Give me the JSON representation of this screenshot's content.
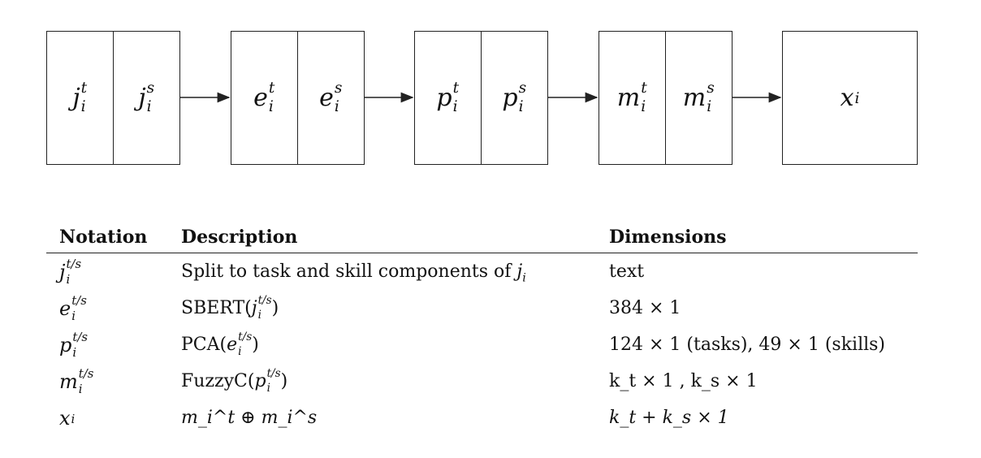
{
  "pipeline": [
    {
      "left": {
        "base": "j",
        "sup": "t",
        "sub": "i"
      },
      "right": {
        "base": "j",
        "sup": "s",
        "sub": "i"
      }
    },
    {
      "left": {
        "base": "e",
        "sup": "t",
        "sub": "i"
      },
      "right": {
        "base": "e",
        "sup": "s",
        "sub": "i"
      }
    },
    {
      "left": {
        "base": "p",
        "sup": "t",
        "sub": "i"
      },
      "right": {
        "base": "p",
        "sup": "s",
        "sub": "i"
      }
    },
    {
      "left": {
        "base": "m",
        "sup": "t",
        "sub": "i"
      },
      "right": {
        "base": "m",
        "sup": "s",
        "sub": "i"
      }
    },
    {
      "full": {
        "base": "x",
        "sup": "",
        "sub": "i"
      }
    }
  ],
  "table": {
    "headers": [
      "Notation",
      "Description",
      "Dimensions"
    ],
    "rows": [
      {
        "notation": {
          "base": "j",
          "sup": "t/s",
          "sub": "i"
        },
        "description": {
          "prefix": "Split to task and skill components of ",
          "mathBase": "j",
          "mathSub": "i",
          "suffix": ""
        },
        "dimensions": "text"
      },
      {
        "notation": {
          "base": "e",
          "sup": "t/s",
          "sub": "i"
        },
        "description": {
          "func": "SBERT(",
          "base": "j",
          "sup": "t/s",
          "sub": "i",
          "close": ")"
        },
        "dimensions": "384 × 1"
      },
      {
        "notation": {
          "base": "p",
          "sup": "t/s",
          "sub": "i"
        },
        "description": {
          "func": "PCA(",
          "base": "e",
          "sup": "t/s",
          "sub": "i",
          "close": ")"
        },
        "dimensions": "124 × 1 (tasks), 49 × 1 (skills)"
      },
      {
        "notation": {
          "base": "m",
          "sup": "t/s",
          "sub": "i"
        },
        "description": {
          "func": "FuzzyC(",
          "base": "p",
          "sup": "t/s",
          "sub": "i",
          "close": ")"
        },
        "dimensions": "k_t × 1 , k_s × 1"
      },
      {
        "notation": {
          "base": "x",
          "sup": "",
          "sub": "i"
        },
        "description": {
          "expr": "m_i^t ⊕ m_i^s"
        },
        "dimensions": "k_t + k_s × 1"
      }
    ]
  }
}
